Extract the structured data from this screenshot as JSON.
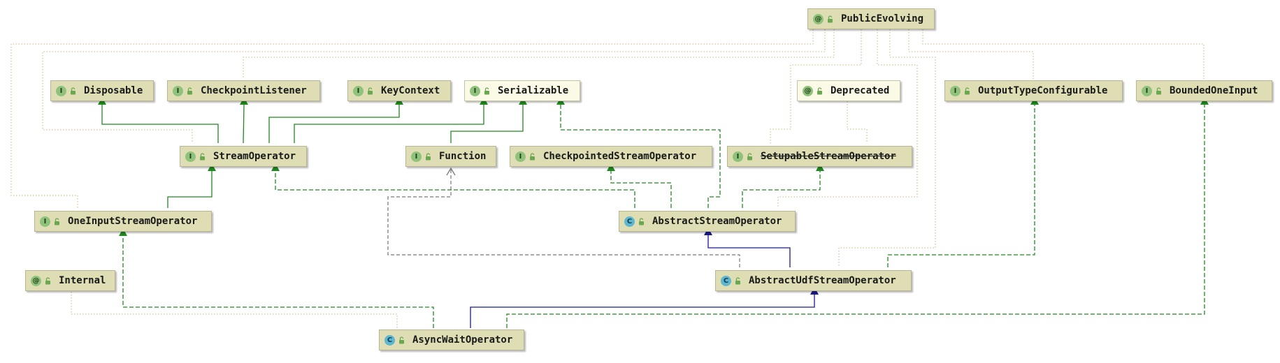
{
  "nodes": [
    {
      "id": "PublicEvolving",
      "kind": "@",
      "label": "PublicEvolving"
    },
    {
      "id": "Disposable",
      "kind": "I",
      "label": "Disposable"
    },
    {
      "id": "CheckpointListener",
      "kind": "I",
      "label": "CheckpointListener"
    },
    {
      "id": "KeyContext",
      "kind": "I",
      "label": "KeyContext"
    },
    {
      "id": "Serializable",
      "kind": "I",
      "label": "Serializable"
    },
    {
      "id": "Deprecated",
      "kind": "@",
      "label": "Deprecated"
    },
    {
      "id": "OutputTypeConfigurable",
      "kind": "I",
      "label": "OutputTypeConfigurable"
    },
    {
      "id": "BoundedOneInput",
      "kind": "I",
      "label": "BoundedOneInput"
    },
    {
      "id": "StreamOperator",
      "kind": "I",
      "label": "StreamOperator"
    },
    {
      "id": "Function",
      "kind": "I",
      "label": "Function"
    },
    {
      "id": "CheckpointedStreamOperator",
      "kind": "I",
      "label": "CheckpointedStreamOperator"
    },
    {
      "id": "SetupableStreamOperator",
      "kind": "I",
      "label": "SetupableStreamOperator",
      "deprecated": true
    },
    {
      "id": "OneInputStreamOperator",
      "kind": "I",
      "label": "OneInputStreamOperator"
    },
    {
      "id": "AbstractStreamOperator",
      "kind": "C",
      "label": "AbstractStreamOperator"
    },
    {
      "id": "Internal",
      "kind": "@",
      "label": "Internal"
    },
    {
      "id": "AbstractUdfStreamOperator",
      "kind": "C",
      "label": "AbstractUdfStreamOperator"
    },
    {
      "id": "AsyncWaitOperator",
      "kind": "C",
      "label": "AsyncWaitOperator"
    }
  ],
  "edges": [
    {
      "from": "StreamOperator",
      "to": "Disposable",
      "type": "extends-interface"
    },
    {
      "from": "StreamOperator",
      "to": "CheckpointListener",
      "type": "extends-interface"
    },
    {
      "from": "StreamOperator",
      "to": "KeyContext",
      "type": "extends-interface"
    },
    {
      "from": "StreamOperator",
      "to": "Serializable",
      "type": "extends-interface"
    },
    {
      "from": "Function",
      "to": "Serializable",
      "type": "extends-interface"
    },
    {
      "from": "OneInputStreamOperator",
      "to": "StreamOperator",
      "type": "extends-interface"
    },
    {
      "from": "AbstractStreamOperator",
      "to": "StreamOperator",
      "type": "implements"
    },
    {
      "from": "AbstractStreamOperator",
      "to": "CheckpointedStreamOperator",
      "type": "implements"
    },
    {
      "from": "AbstractStreamOperator",
      "to": "SetupableStreamOperator",
      "type": "implements"
    },
    {
      "from": "AbstractStreamOperator",
      "to": "Serializable",
      "type": "implements"
    },
    {
      "from": "AbstractUdfStreamOperator",
      "to": "AbstractStreamOperator",
      "type": "extends-class"
    },
    {
      "from": "AbstractUdfStreamOperator",
      "to": "OutputTypeConfigurable",
      "type": "implements"
    },
    {
      "from": "AbstractUdfStreamOperator",
      "to": "Function",
      "type": "dependency"
    },
    {
      "from": "AsyncWaitOperator",
      "to": "AbstractUdfStreamOperator",
      "type": "extends-class"
    },
    {
      "from": "AsyncWaitOperator",
      "to": "OneInputStreamOperator",
      "type": "implements"
    },
    {
      "from": "AsyncWaitOperator",
      "to": "BoundedOneInput",
      "type": "implements"
    },
    {
      "from": "PublicEvolving",
      "to": "StreamOperator",
      "type": "annotation"
    },
    {
      "from": "PublicEvolving",
      "to": "CheckpointListener",
      "type": "annotation"
    },
    {
      "from": "PublicEvolving",
      "to": "OneInputStreamOperator",
      "type": "annotation"
    },
    {
      "from": "PublicEvolving",
      "to": "SetupableStreamOperator",
      "type": "annotation"
    },
    {
      "from": "PublicEvolving",
      "to": "AbstractStreamOperator",
      "type": "annotation"
    },
    {
      "from": "PublicEvolving",
      "to": "AbstractUdfStreamOperator",
      "type": "annotation"
    },
    {
      "from": "PublicEvolving",
      "to": "OutputTypeConfigurable",
      "type": "annotation"
    },
    {
      "from": "PublicEvolving",
      "to": "BoundedOneInput",
      "type": "annotation"
    },
    {
      "from": "Deprecated",
      "to": "SetupableStreamOperator",
      "type": "annotation"
    },
    {
      "from": "Internal",
      "to": "AsyncWaitOperator",
      "type": "annotation"
    }
  ],
  "colors": {
    "interface_edge": "#1f8a1f",
    "class_edge": "#1a1a8c",
    "dependency_edge": "#666666",
    "annotation_edge": "#c8b27a"
  }
}
